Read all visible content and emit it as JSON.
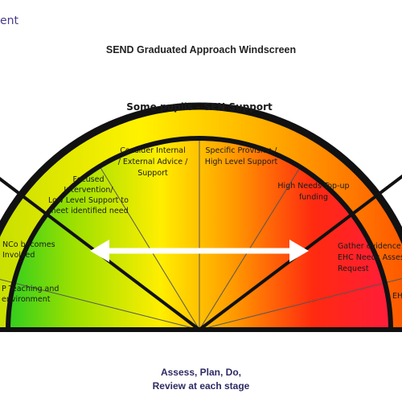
{
  "header": {
    "logo_fragment": "ent",
    "title": "SEND Graduated Approach Windscreen"
  },
  "band": {
    "label": "Some pupils - SEN Support"
  },
  "segments": [
    {
      "id": "senco",
      "lines": [
        "NCo becomes",
        "Involved"
      ]
    },
    {
      "id": "teaching",
      "lines": [
        "P Teaching and",
        "environment"
      ]
    },
    {
      "id": "focused",
      "lines": [
        "Focused",
        "Intervention/",
        "Low Level Support to",
        "meet identified need"
      ]
    },
    {
      "id": "consider",
      "lines": [
        "Consider Internal",
        "/ External Advice /",
        "Support"
      ]
    },
    {
      "id": "specific",
      "lines": [
        "Specific Provision /",
        "High Level Support"
      ]
    },
    {
      "id": "highneeds",
      "lines": [
        "High Needs Top-up",
        "funding"
      ]
    },
    {
      "id": "gather",
      "lines": [
        "Gather evidence fo",
        "EHC Needs Assessm",
        "Request"
      ]
    },
    {
      "id": "ehc",
      "lines": [
        "EH"
      ]
    }
  ],
  "footer": {
    "line1": "Assess, Plan, Do,",
    "line2": "Review at each stage"
  },
  "colors": {
    "green": "#22cc22",
    "yellow": "#ffee00",
    "red": "#ff1a1a",
    "band_start": "#fff200",
    "band_end": "#ff7a00",
    "stroke": "#111111",
    "footer_text": "#2d2a63"
  }
}
